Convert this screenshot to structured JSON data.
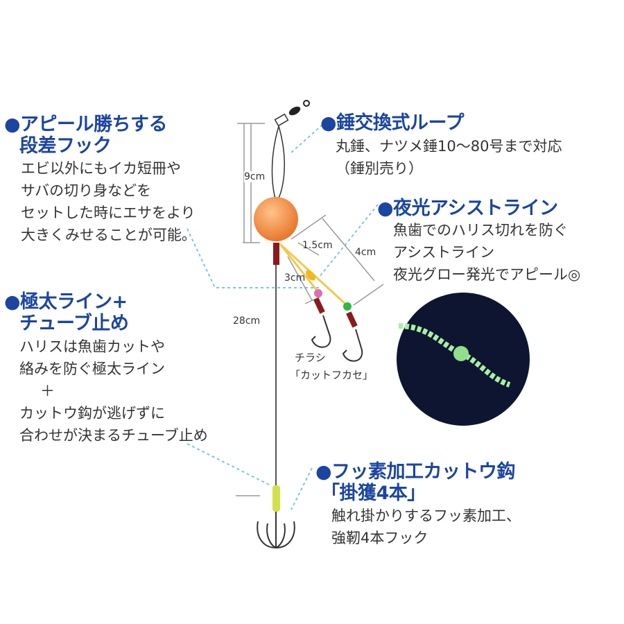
{
  "sections": {
    "stepped_hook": {
      "title": [
        "●アピール勝ちする",
        "段差フック"
      ],
      "body": [
        "エビ以外にもイカ短冊や",
        "サバの切り身などを",
        "セットした時にエサをより",
        "大きくみせることが可能。"
      ]
    },
    "sinker_loop": {
      "title": [
        "●錘交換式ループ"
      ],
      "body": [
        "丸錘、ナツメ錘10〜80号まで対応",
        "（錘別売り）"
      ]
    },
    "glow_assist": {
      "title": [
        "●夜光アシストライン"
      ],
      "body": [
        "魚歯でのハリス切れを防ぐ",
        "アシストライン",
        "夜光グロー発光でアピール◎"
      ]
    },
    "thick_line": {
      "title": [
        "●極太ライン+",
        "チューブ止め"
      ],
      "body": [
        "ハリスは魚歯カットや",
        "絡みを防ぐ極太ライン",
        "＋",
        "カットウ鈎が逃げずに",
        "合わせが決まるチューブ止め"
      ]
    },
    "fluorine_hook": {
      "title": [
        "●フッ素加工カットウ鈎",
        "「掛獲4本」"
      ],
      "body": [
        "触れ掛かりするフッ素加工、",
        "強靭4本フック"
      ]
    }
  },
  "dimensions": {
    "loop_length": "9cm",
    "total_length": "28cm",
    "assist_offset": "1.5cm",
    "long_branch": "4cm",
    "short_branch": "3cm"
  },
  "hook_label": [
    "チラシ",
    "「カットフカセ」"
  ],
  "colors": {
    "title_blue": "#1b45a0",
    "sinker_orange": "#f0964a",
    "assist_yellow": "#f2c94c",
    "glow_green": "#a8f0a0",
    "leader_dash": "#7cc4dc"
  }
}
